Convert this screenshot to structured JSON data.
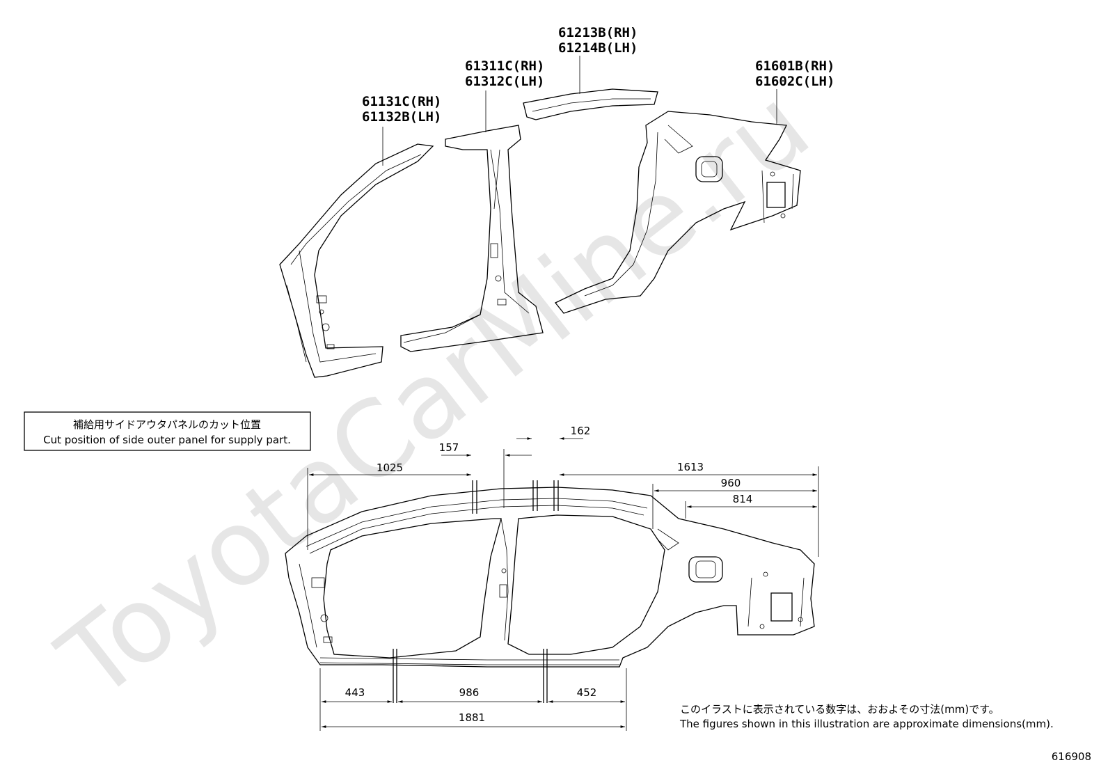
{
  "watermark": "ToyotaCarMine.ru",
  "parts": [
    {
      "rh": "61213B(RH)",
      "lh": "61214B(LH)"
    },
    {
      "rh": "61311C(RH)",
      "lh": "61312C(LH)"
    },
    {
      "rh": "61131C(RH)",
      "lh": "61132B(LH)"
    },
    {
      "rh": "61601B(RH)",
      "lh": "61602C(LH)"
    }
  ],
  "legend_box": {
    "jp": "補給用サイドアウタパネルのカット位置",
    "en": "Cut position of side outer panel for supply part."
  },
  "dimensions": {
    "top": [
      "1025",
      "157",
      "162",
      "1613",
      "960",
      "814"
    ],
    "bottom": [
      "443",
      "986",
      "452",
      "1881"
    ]
  },
  "note": {
    "jp": "このイラストに表示されている数字は、おおよその寸法(mm)です。",
    "en": "The figures shown in this illustration are approximate dimensions(mm)."
  },
  "figure_id": "616908"
}
